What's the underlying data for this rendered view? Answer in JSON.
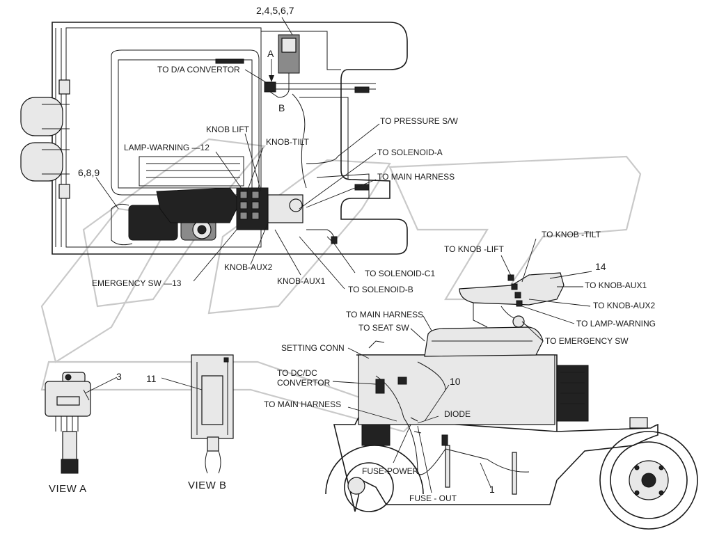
{
  "labels": {
    "top_callout": "2,4,5,6,7",
    "arrow_a": "A",
    "arrow_b": "B",
    "to_da_convertor": "TO D/A CONVERTOR",
    "knob_lift": "KNOB LIFT",
    "knob_tilt": "KNOB-TILT",
    "lamp_warning_12": "LAMP-WARNING —12",
    "callout_689": "6,8,9",
    "to_pressure_sw": "TO PRESSURE S/W",
    "to_solenoid_a": "TO SOLENOID-A",
    "to_main_harness_top": "TO MAIN HARNESS",
    "knob_aux2": "KNOB-AUX2",
    "knob_aux1": "KNOB-AUX1",
    "emergency_sw_13": "EMERGENCY SW —13",
    "to_solenoid_c1": "TO SOLENOID-C1",
    "to_solenoid_b": "TO SOLENOID-B",
    "to_knob_lift": "TO KNOB -LIFT",
    "to_knob_tilt": "TO KNOB -TILT",
    "callout_14": "14",
    "to_knob_aux1": "TO KNOB-AUX1",
    "to_knob_aux2": "TO KNOB-AUX2",
    "to_lamp_warning": "TO LAMP-WARNING",
    "to_emergency_sw": "TO EMERGENCY SW",
    "to_main_harness_mid": "TO MAIN HARNESS",
    "to_seat_sw": "TO SEAT SW",
    "setting_conn": "SETTING CONN",
    "to_dcdc_1": "TO DC/DC",
    "to_dcdc_2": "CONVERTOR",
    "to_main_harness_low": "TO MAIN HARNESS",
    "callout_10": "10",
    "diode": "DIODE",
    "fuse_power": "FUSE-POWER",
    "fuse_out": "FUSE - OUT",
    "callout_1": "1",
    "callout_3": "3",
    "callout_11": "11",
    "view_a": "VIEW  A",
    "view_b": "VIEW  B"
  }
}
